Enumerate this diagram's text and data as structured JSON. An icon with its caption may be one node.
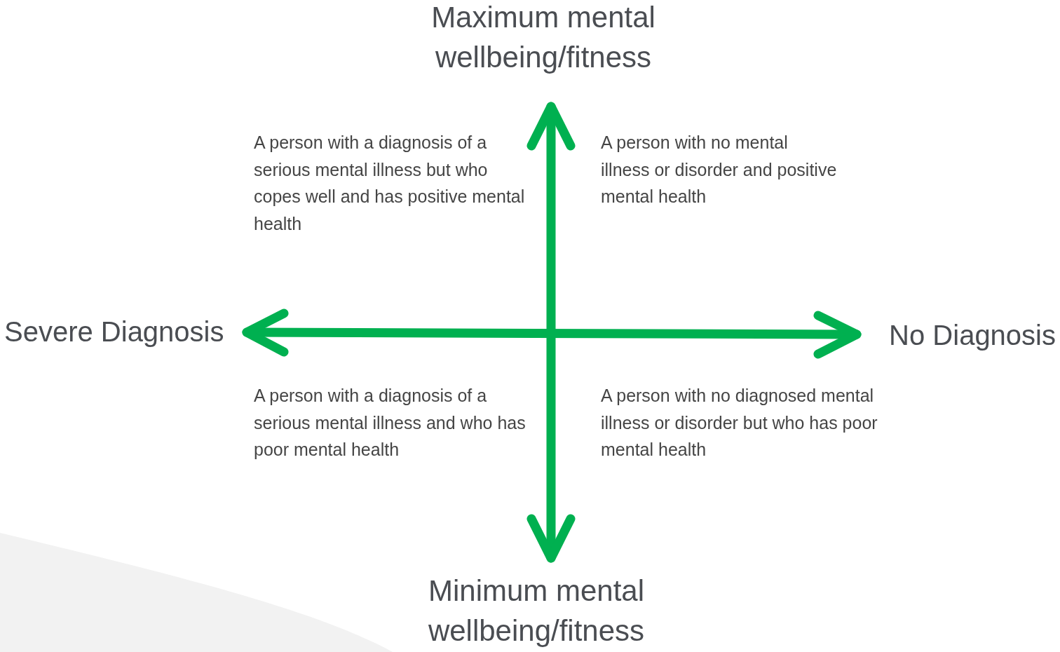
{
  "diagram": {
    "labels": [
      "Maximum mental wellbeing/fitness",
      "A person with a diagnosis of a serious mental illness but who copes well and has positive mental health",
      "A person with no mental illness or disorder and positive mental health",
      "Severe Diagnosis",
      "No Diagnosis",
      "A person with a diagnosis of a serious mental illness and who has poor mental health",
      "A person with no diagnosed mental illness or disorder but who has poor mental health",
      "Minimum mental wellbeing/fitness"
    ]
  }
}
